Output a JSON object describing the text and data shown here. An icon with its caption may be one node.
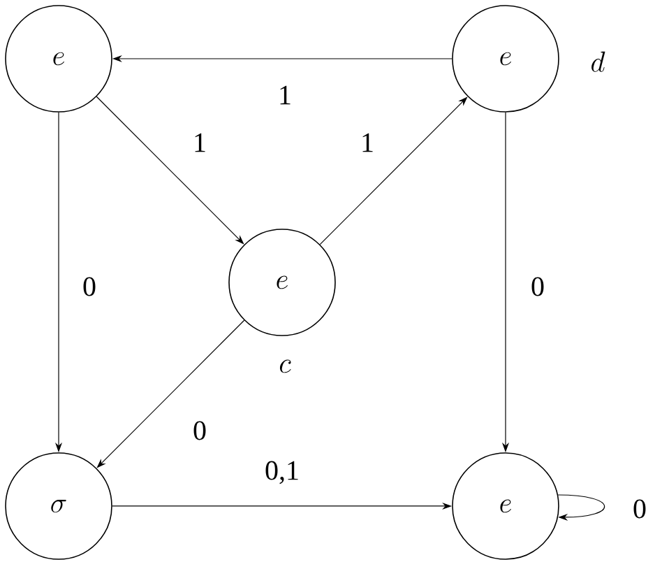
{
  "diagram": {
    "nodes": [
      {
        "text": [
          "e"
        ]
      },
      {
        "text": [
          "e"
        ],
        "beside": [
          "d"
        ]
      },
      {
        "text": [
          "e"
        ],
        "beside": [
          "c"
        ]
      },
      {
        "text": [
          "\\sigma"
        ]
      },
      {
        "text": [
          "e"
        ]
      }
    ],
    "edges": [
      {
        "from": 1,
        "to": 0,
        "arrow": "to",
        "label": "1"
      },
      {
        "from": 0,
        "to": 2,
        "arrow": "to",
        "label": "1"
      },
      {
        "from": 2,
        "to": 1,
        "arrow": "to",
        "label": "1"
      },
      {
        "from": 0,
        "to": 3,
        "arrow": "to",
        "label": "0"
      },
      {
        "from": 1,
        "to": 4,
        "arrow": "to",
        "label": "0"
      },
      {
        "from": 2,
        "to": 3,
        "arrow": "to",
        "label": "0"
      },
      {
        "from": 3,
        "to": 4,
        "arrow": "to",
        "label": "0,1"
      },
      {
        "from": 4,
        "to": 4,
        "arrow": "to",
        "label": "0"
      }
    ]
  }
}
